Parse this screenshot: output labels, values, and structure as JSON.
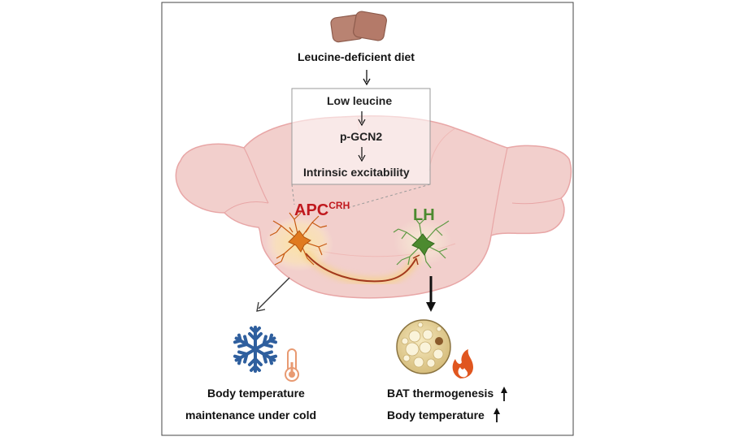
{
  "top": {
    "diet_label": "Leucine-deficient diet"
  },
  "box": {
    "step1": "Low leucine",
    "step2": "p-GCN2",
    "step3": "Intrinsic excitability"
  },
  "regions": {
    "apc_main": "APC",
    "apc_superscript": "CRH",
    "lh": "LH"
  },
  "outcomes": {
    "left_line1": "Body temperature",
    "left_line2": "maintenance under cold",
    "right_line1": "BAT thermogenesis",
    "right_line2": "Body temperature"
  },
  "colors": {
    "apc_red": "#c0191e",
    "lh_green": "#4c8a2f",
    "brain_fill": "#f2cfcc",
    "snowflake_blue": "#2f5f9e",
    "flame_orange": "#e0561f",
    "neuron_orange": "#e07a1f",
    "projection_glow": "#f6d27a"
  },
  "icons": [
    "leucine-pill-icon",
    "snowflake-icon",
    "thermometer-icon",
    "brown-fat-cell-icon",
    "flame-icon",
    "up-arrow-icon"
  ]
}
